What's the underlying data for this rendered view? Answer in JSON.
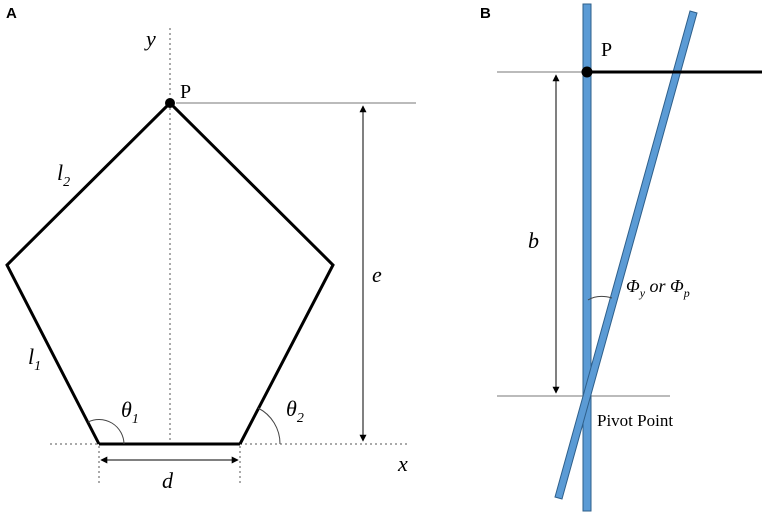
{
  "panel_a": {
    "letter": "A",
    "labels": {
      "y_axis": "y",
      "x_axis": "x",
      "point": "P",
      "l2": "l",
      "l2_sub": "2",
      "l1": "l",
      "l1_sub": "1",
      "e": "e",
      "d": "d",
      "theta1": "θ",
      "theta1_sub": "1",
      "theta2": "θ",
      "theta2_sub": "2"
    }
  },
  "panel_b": {
    "letter": "B",
    "labels": {
      "point": "P",
      "b": "b",
      "phi_y": "Φ",
      "phi_y_sub": "y",
      "or": " or ",
      "phi_p": "Φ",
      "phi_p_sub": "p",
      "pivot": "Pivot Point"
    },
    "colors": {
      "bar_fill": "#5b9bd5",
      "bar_stroke": "#2e5f8a"
    }
  }
}
